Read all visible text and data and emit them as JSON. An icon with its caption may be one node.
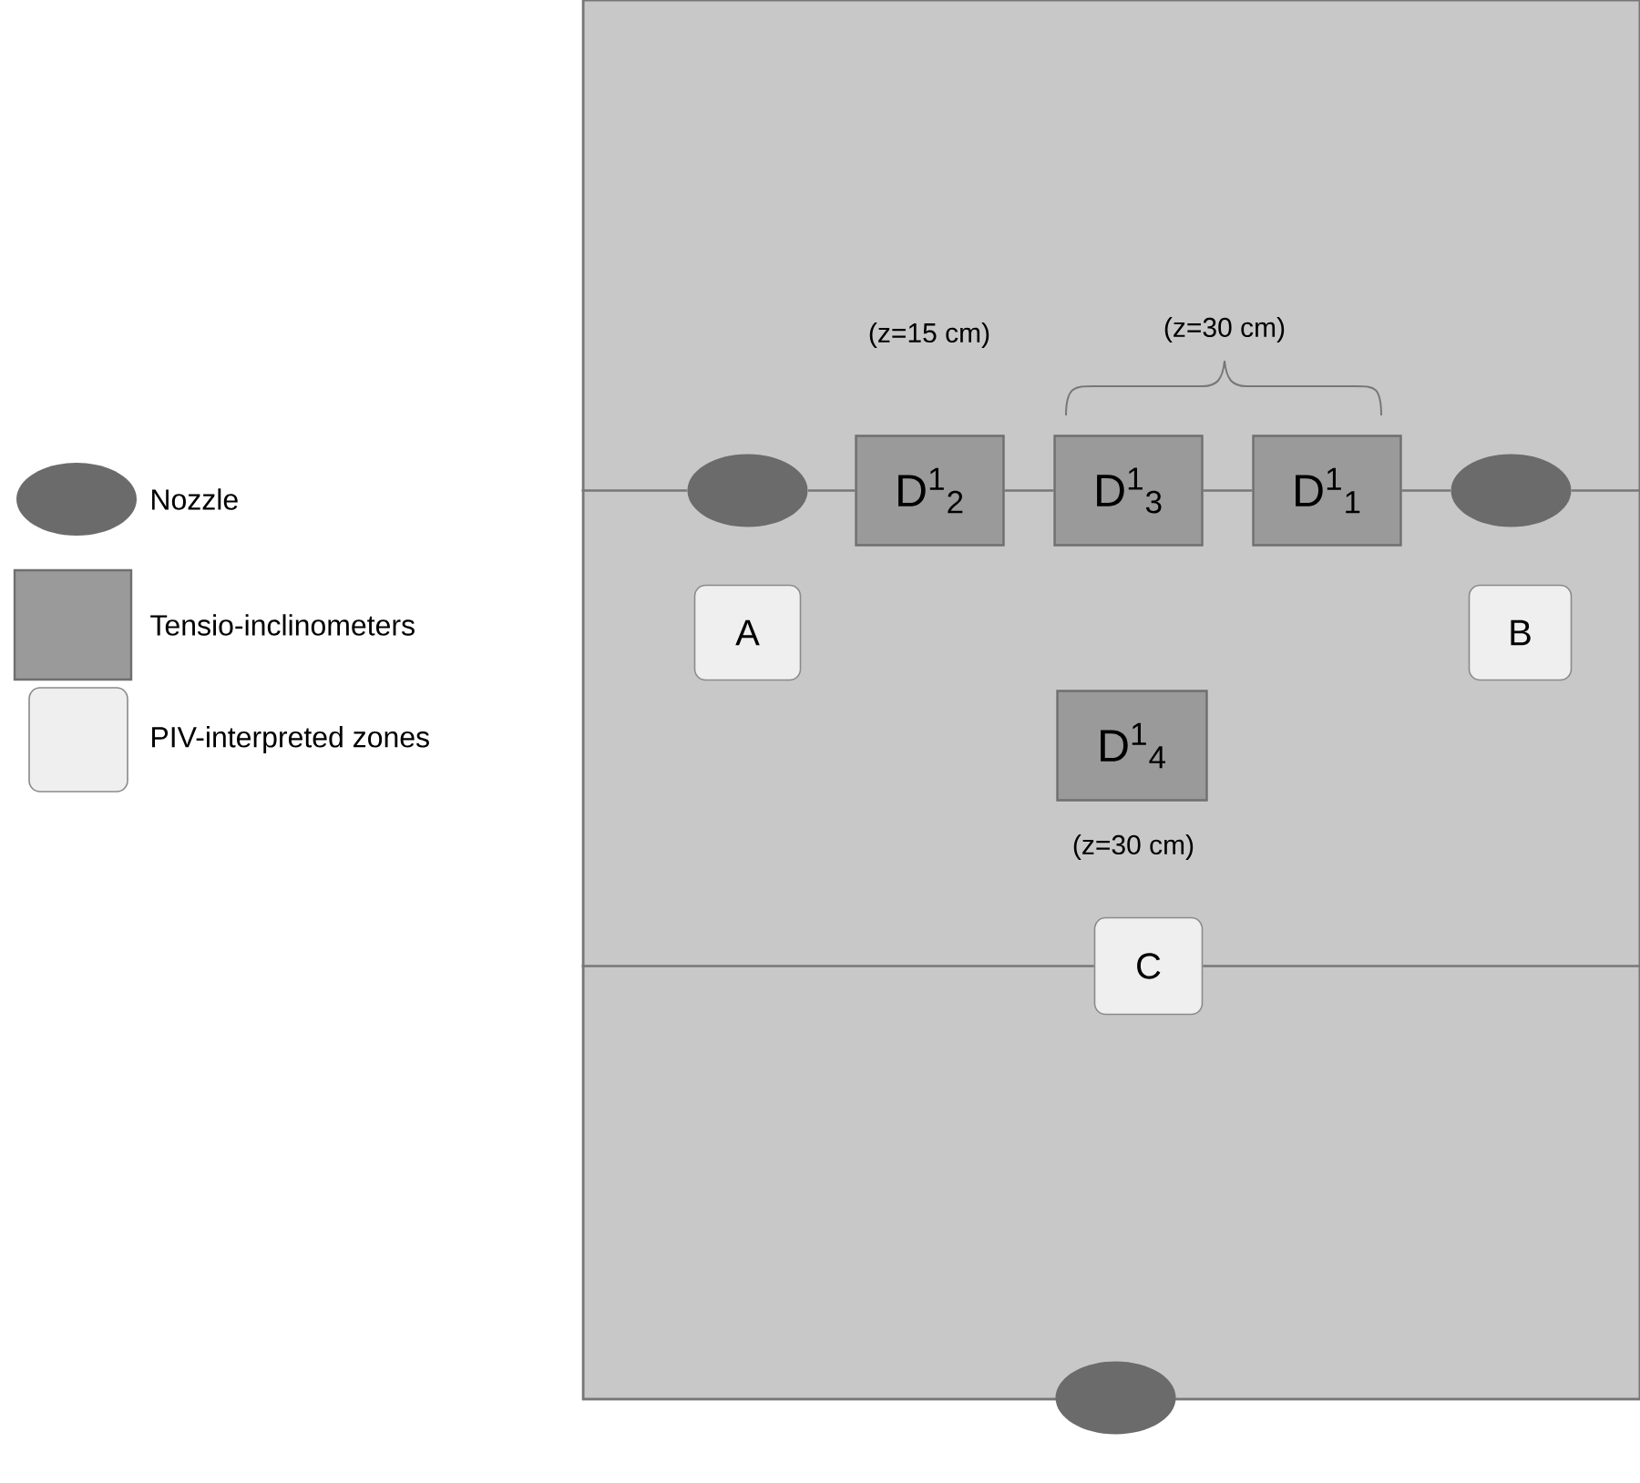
{
  "diagram": {
    "nodes": [
      {
        "text": [],
        "shape": "box"
      },
      {
        "text": [],
        "shape": "ellipse",
        "in": 0
      },
      {
        "text": [
          "D$^{1}$$_{2}$"
        ],
        "in": 0,
        "beside": [
          "(z=15 cm)"
        ]
      },
      {
        "text": [
          "D$^{1}$$_{3}$"
        ],
        "in": 0
      },
      {
        "text": [
          "D$^{1}$$_{1}$"
        ],
        "in": 0
      },
      {
        "text": [],
        "shape": "ellipse",
        "in": 0
      },
      {
        "text": [
          "A"
        ],
        "in": 0
      },
      {
        "text": [
          "B"
        ],
        "in": 0
      },
      {
        "text": [
          "D$^{1}$$_{4}$"
        ],
        "in": 0,
        "beside": [
          "(z=30 cm)"
        ]
      },
      {
        "text": [
          "C"
        ],
        "in": 0
      },
      {
        "text": [],
        "shape": "ellipse",
        "in": 0
      }
    ],
    "edges": [
      {
        "from": 0,
        "to": 1,
        "arrow": "none"
      },
      {
        "from": 1,
        "to": 2,
        "arrow": "none"
      },
      {
        "from": 2,
        "to": 3,
        "arrow": "none"
      },
      {
        "from": 3,
        "to": 4,
        "arrow": "none"
      },
      {
        "from": 4,
        "to": 5,
        "arrow": "none"
      },
      {
        "from": 5,
        "to": 0,
        "arrow": "none"
      },
      {
        "from": 0,
        "to": 9,
        "arrow": "none"
      },
      {
        "from": 9,
        "to": 0,
        "arrow": "none"
      }
    ],
    "labels": [
      "(z=30 cm)"
    ],
    "legend": [
      {
        "text": "Nozzle",
        "color": "#6b6b6b"
      },
      {
        "text": "Tensio-inclinometers",
        "color": "#9a9a9a"
      },
      {
        "text": "PIV-interpreted zones",
        "color": "#efefef"
      }
    ]
  }
}
